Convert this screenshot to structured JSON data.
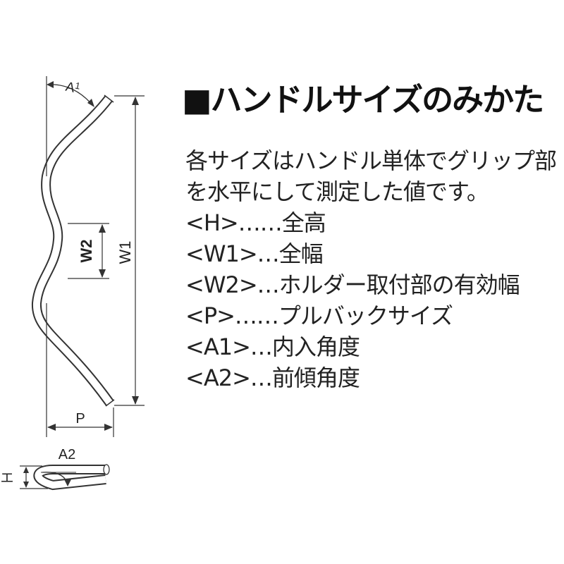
{
  "title": "■ハンドルサイズのみかた",
  "description": {
    "lines": [
      "各サイズはハンドル単体でグリップ部",
      "を水平にして測定した値です。",
      "<H>……全高",
      "<W1>…全幅",
      "<W2>…ホルダー取付部の有効幅",
      "<P>……プルバックサイズ",
      "<A1>…内入角度",
      "<A2>…前傾角度"
    ]
  },
  "diagram": {
    "labels": {
      "a1_main": "A",
      "a1_sub": "1",
      "w1": "W1",
      "w2": "W2",
      "p": "P",
      "a2": "A2",
      "h": "エ"
    }
  },
  "colors": {
    "line": "#333333",
    "text": "#222222"
  }
}
